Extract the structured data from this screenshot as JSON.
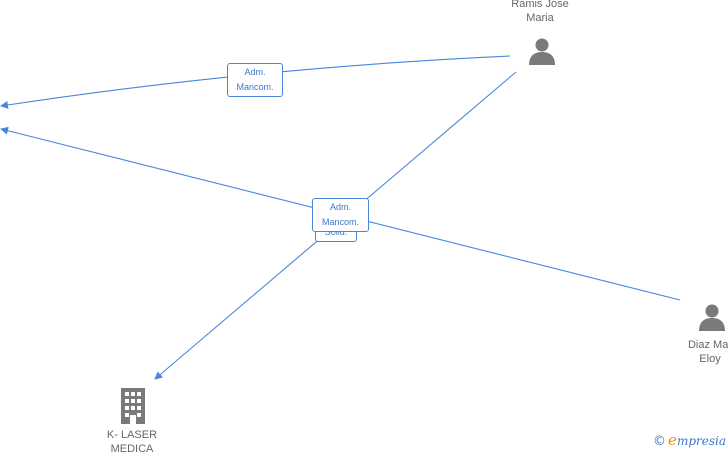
{
  "colors": {
    "edge": "#4a86d8",
    "node_icon": "#7a7a7a",
    "label": "#666666"
  },
  "nodes": {
    "person_top": {
      "line1": "Ramis Jose",
      "line2": "Maria",
      "icon": "person-icon"
    },
    "person_right": {
      "line1": "Diaz Mar",
      "line2": "Eloy",
      "icon": "person-icon"
    },
    "company": {
      "line1": "K- LASER",
      "line2": "MEDICA",
      "icon": "building-icon"
    }
  },
  "edges": {
    "badge_top": {
      "line1": "Adm.",
      "line2": "Mancom."
    },
    "badge_center": {
      "line1": "Adm.",
      "line2": "Mancom."
    },
    "badge_center_behind": {
      "line1": "Solid."
    }
  },
  "watermark": {
    "copyright": "©",
    "brand_initial": "e",
    "brand_rest": "mpresia"
  }
}
